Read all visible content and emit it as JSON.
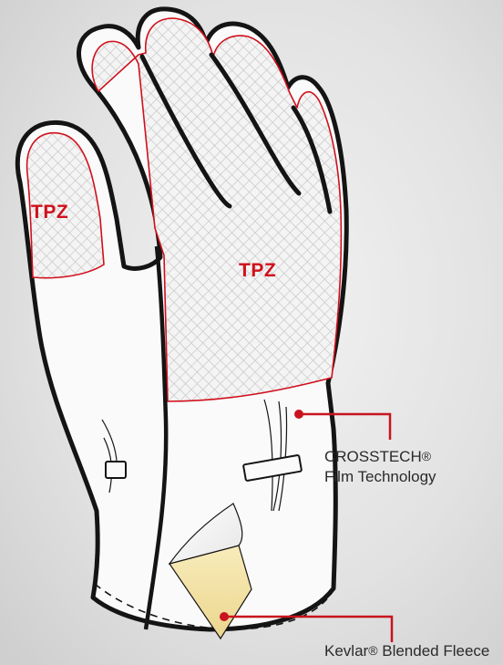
{
  "zones": {
    "thumb_label": "TPZ",
    "palm_label": "TPZ"
  },
  "callouts": {
    "crosstech": {
      "line1_name": "CROSSTECH",
      "line1_mark": "®",
      "line2": "Film Technology"
    },
    "kevlar": {
      "name": "Kevlar",
      "mark": "®",
      "rest": " Blended Fleece"
    }
  },
  "colors": {
    "background": "#dcdcdc",
    "glove": "#fafafa",
    "outline": "#141414",
    "tpz_red": "#d0101c",
    "fleece": "#f3e3a6",
    "callout_line": "#c8141e"
  }
}
